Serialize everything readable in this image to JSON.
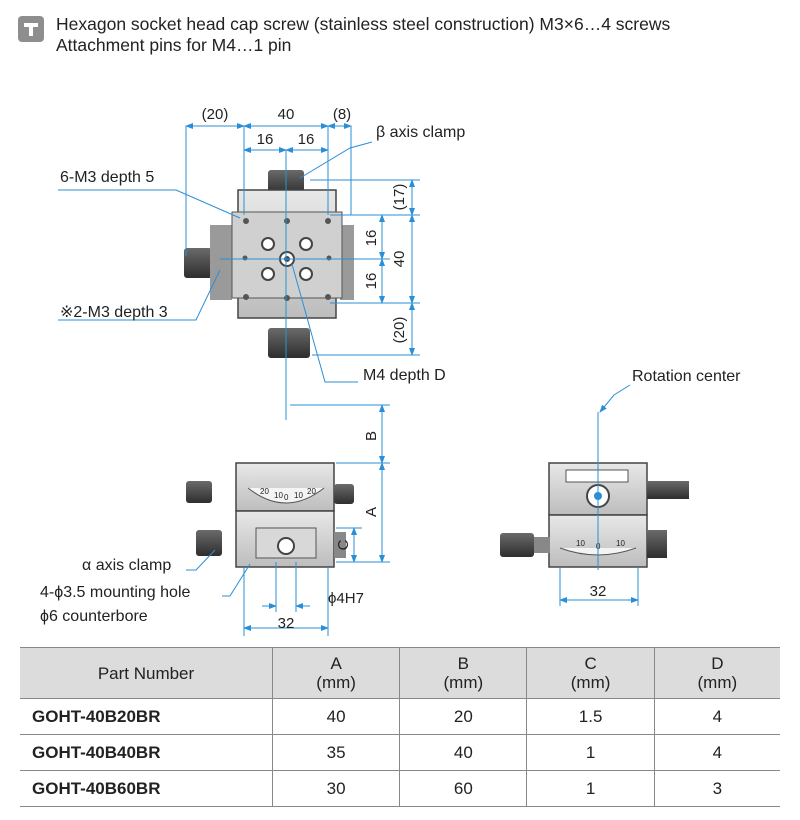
{
  "notes": {
    "line1": "Hexagon socket head cap screw (stainless steel construction) M3×6…4 screws",
    "line2": "Attachment pins for M4…1 pin",
    "icon": "wrench-icon"
  },
  "top_view": {
    "dim_20_left": "(20)",
    "dim_40": "40",
    "dim_8": "(8)",
    "dim_16_left": "16",
    "dim_16_right": "16",
    "dim_17": "(17)",
    "dim_16_v1": "16",
    "dim_40_v": "40",
    "dim_16_v2": "16",
    "dim_20_bottom": "(20)",
    "label_beta": "β axis clamp",
    "label_m3": "6-M3 depth 5",
    "label_m3b": "※2-M3 depth 3",
    "label_m4": "M4 depth D"
  },
  "front_view": {
    "dim_b": "B",
    "dim_a": "A",
    "dim_c": "C",
    "dim_32": "32",
    "dim_phi4": "ϕ4H7",
    "label_alpha": "α axis clamp",
    "label_holes": "4-ϕ3.5 mounting hole",
    "label_counterbore": "ϕ6 counterbore",
    "scale_marks": [
      "20",
      "10",
      "0",
      "10",
      "20"
    ]
  },
  "side_view": {
    "label_rotation": "Rotation center",
    "dim_32": "32",
    "scale_marks": [
      "10",
      "0",
      "10"
    ]
  },
  "table": {
    "headers": [
      {
        "name": "Part Number",
        "unit": ""
      },
      {
        "name": "A",
        "unit": "(mm)"
      },
      {
        "name": "B",
        "unit": "(mm)"
      },
      {
        "name": "C",
        "unit": "(mm)"
      },
      {
        "name": "D",
        "unit": "(mm)"
      }
    ],
    "rows": [
      {
        "part": "GOHT-40B20BR",
        "a": "40",
        "b": "20",
        "c": "1.5",
        "d": "4"
      },
      {
        "part": "GOHT-40B40BR",
        "a": "35",
        "b": "40",
        "c": "1",
        "d": "4"
      },
      {
        "part": "GOHT-40B60BR",
        "a": "30",
        "b": "60",
        "c": "1",
        "d": "3"
      }
    ]
  },
  "colors": {
    "dimension": "#2a8fd6",
    "body": "#4a4a4a",
    "header_bg": "#dcdcdc"
  }
}
